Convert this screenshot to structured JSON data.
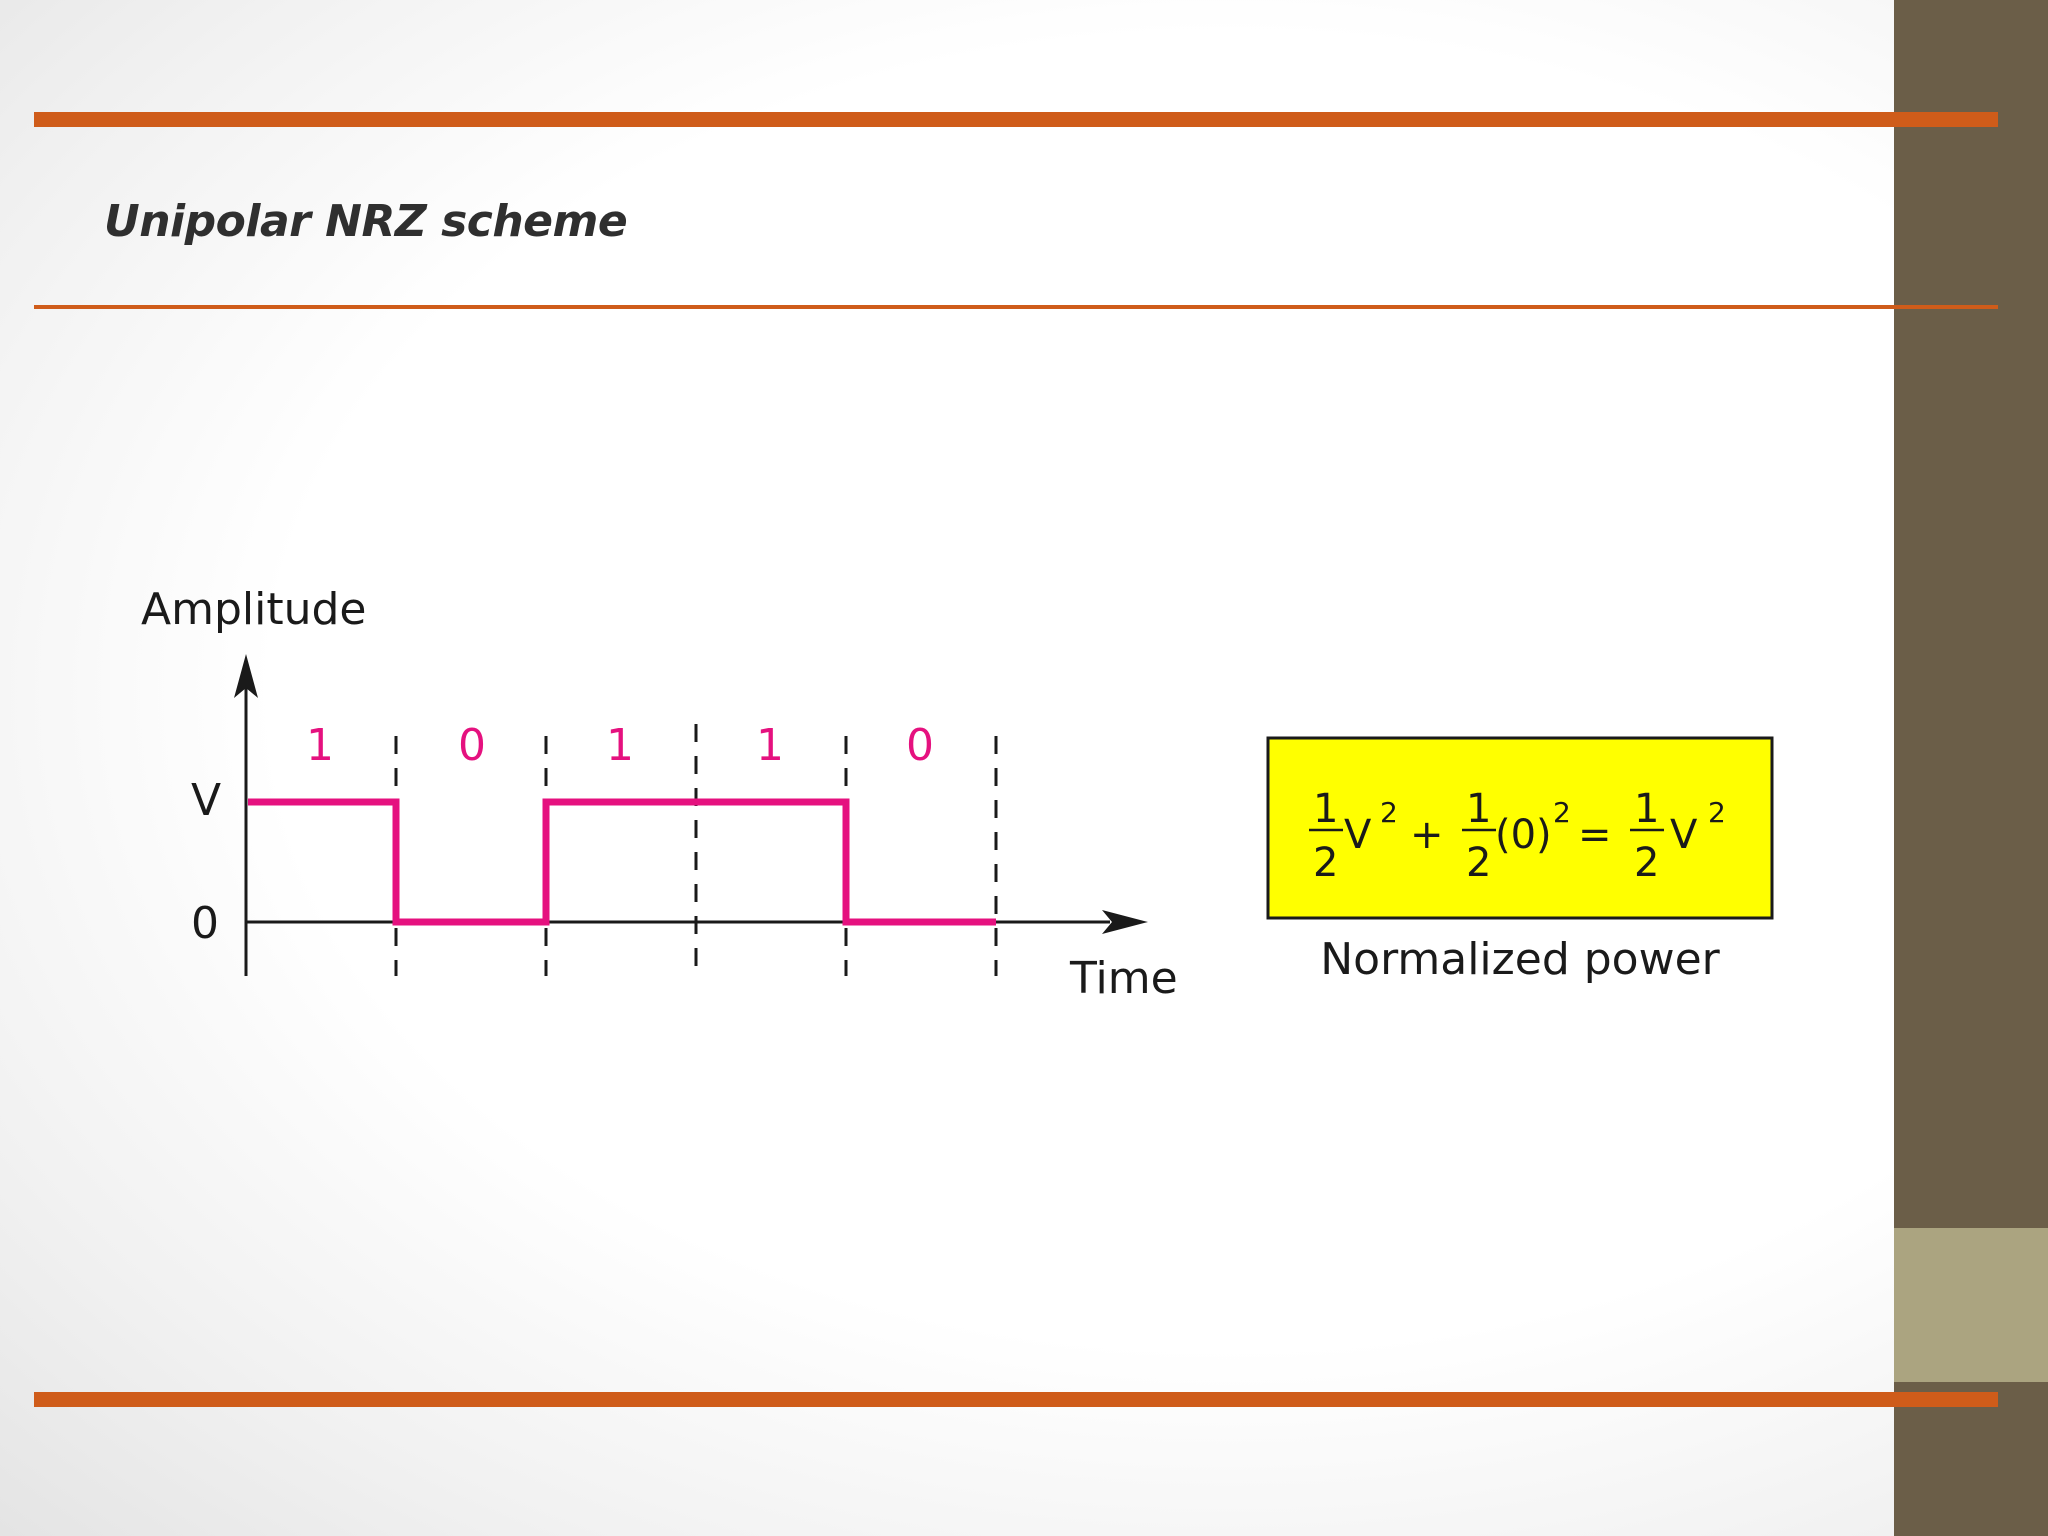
{
  "slide": {
    "title": "Unipolar NRZ scheme"
  },
  "diagram": {
    "y_axis_label": "Amplitude",
    "x_axis_label": "Time",
    "level_high_label": "V",
    "level_zero_label": "0",
    "bits": [
      "1",
      "0",
      "1",
      "1",
      "0"
    ],
    "signal_color": "#e5117f"
  },
  "formula": {
    "term1_num": "1",
    "term1_den": "2",
    "term1_base": "V",
    "term1_exp": "2",
    "plus": "+",
    "term2_num": "1",
    "term2_den": "2",
    "term2_base": "(0)",
    "term2_exp": "2",
    "equals": "=",
    "result_num": "1",
    "result_den": "2",
    "result_base": "V",
    "result_exp": "2",
    "caption": "Normalized power",
    "box_color": "#ffff00"
  },
  "theme": {
    "rule_color": "#cf5c1a",
    "side_band_color": "#6b5e48",
    "side_accent_color": "#aba480"
  }
}
